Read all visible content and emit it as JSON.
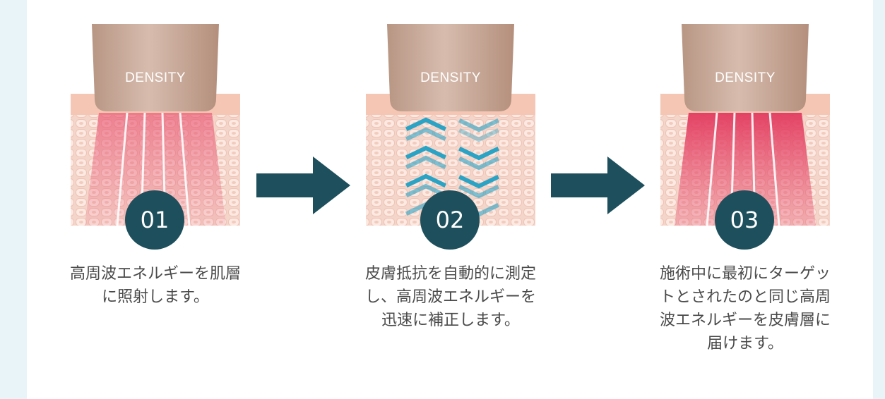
{
  "colors": {
    "background": "#e8f4f8",
    "panel": "#ffffff",
    "badge": "#1d4f5c",
    "arrow": "#1d4f5c",
    "device": "#c9ab9a",
    "skin_surface": "#f6c6b4",
    "skin_cells": "#f8ddd2",
    "energy_beam": "#e8506e",
    "measure_chevron": "#2aa3c4"
  },
  "device_label": "DENSITY",
  "steps": [
    {
      "number": "01",
      "text": "高周波エネルギーを肌層\nに照射します。"
    },
    {
      "number": "02",
      "text": "皮膚抵抗を自動的に測定\nし、高周波エネルギーを\n迅速に補正します。"
    },
    {
      "number": "03",
      "text": "施術中に最初にターゲッ\nトとされたのと同じ高周\n波エネルギーを皮膚層に\n届けます。"
    }
  ]
}
